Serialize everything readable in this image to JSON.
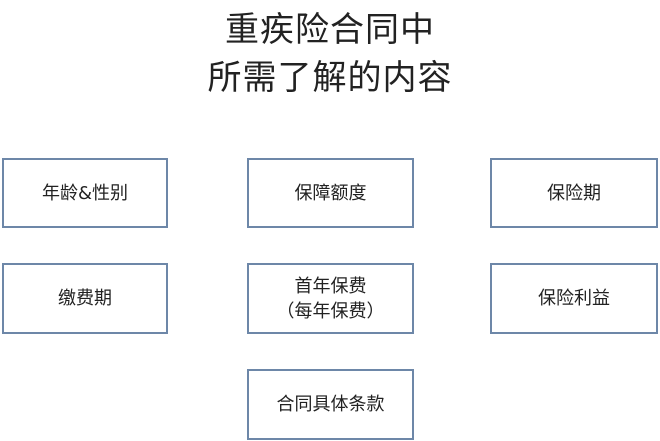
{
  "title": {
    "line1": "重疾险合同中",
    "line2": "所需了解的内容"
  },
  "boxes": {
    "age_gender": "年龄&性别",
    "coverage": "保障额度",
    "period": "保险期",
    "payment_period": "缴费期",
    "premium_line1": "首年保费",
    "premium_line2": "（每年保费）",
    "benefits": "保险利益",
    "terms": "合同具体条款"
  },
  "colors": {
    "box_border": "#6d87a8",
    "text": "#222222",
    "background": "#ffffff"
  }
}
